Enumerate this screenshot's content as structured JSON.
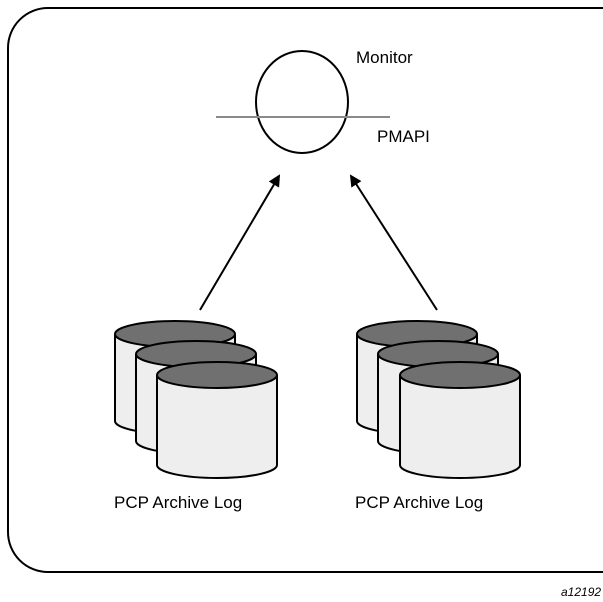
{
  "monitor": {
    "label": "Monitor",
    "api_label": "PMAPI"
  },
  "archives": [
    {
      "label": "PCP Archive Log"
    },
    {
      "label": "PCP Archive Log"
    }
  ],
  "figure_id": "a12192",
  "colors": {
    "frame": "#000000",
    "cylinder_body": "#eeeeee",
    "cylinder_top": "#707070",
    "api_line": "#8a8a8a",
    "arrow": "#000000"
  }
}
